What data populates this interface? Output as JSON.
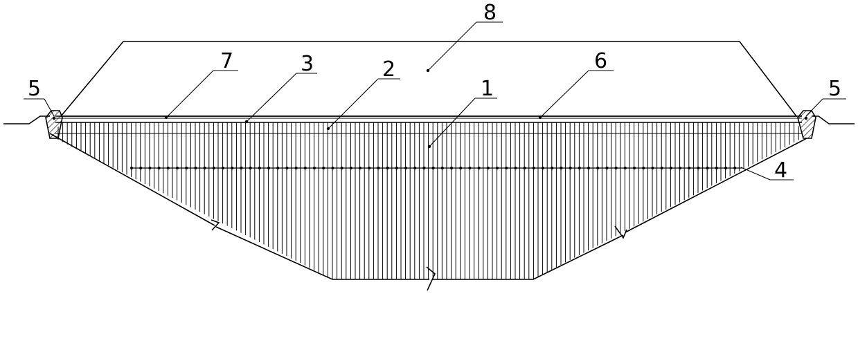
{
  "figure": {
    "labels": {
      "soil_body": "1",
      "layer_2": "2",
      "layer_3": "3",
      "drain_row": "4",
      "side_block_left": "5",
      "side_block_right": "5",
      "cushion": "6",
      "geotextile": "7",
      "embankment": "8"
    }
  }
}
